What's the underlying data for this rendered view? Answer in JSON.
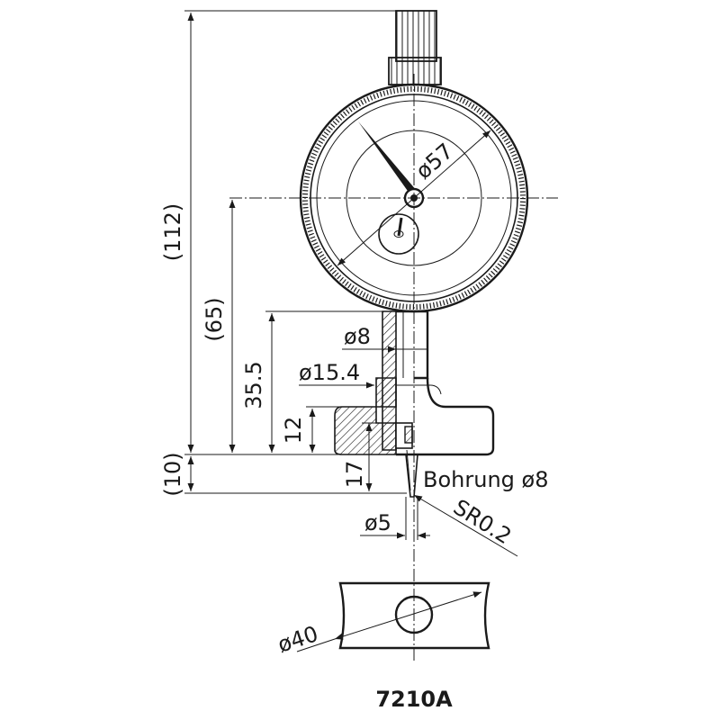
{
  "drawing": {
    "model": "7210A",
    "dimensions": {
      "overall_height": "(112)",
      "dial_center_height": "(65)",
      "stem_height": "35.5",
      "base_height": "12",
      "contact_height": "(10)",
      "contact_length": "17",
      "stem_diameter": "ø8",
      "base_bore_diameter": "ø15.4",
      "dial_diameter": "ø57",
      "contact_diameter": "ø5",
      "tip_radius": "SR0.2",
      "base_width": "ø40"
    },
    "annotations": {
      "bore_note": "Bohrung ø8"
    }
  }
}
